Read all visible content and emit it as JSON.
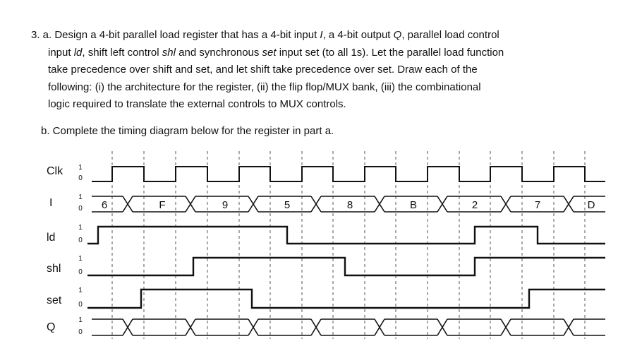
{
  "question": {
    "part_a_lines": [
      "3. a. Design a 4-bit parallel load register that has a 4-bit input I, a 4-bit output Q, parallel load control",
      "input ld, shift left control shl and synchronous set input set (to all 1s).  Let the parallel load function",
      "take precedence over shift and set, and let shift take precedence over set. Draw each of the",
      "following:  (i) the architecture for the register, (ii) the flip flop/MUX bank, (iii) the combinational",
      "logic required to translate the external controls to MUX controls."
    ],
    "part_b": "b. Complete the timing diagram below for the register in part a."
  },
  "timing": {
    "levels": {
      "high": "1",
      "low": "0"
    },
    "signals": [
      {
        "name": "Clk"
      },
      {
        "name": "I",
        "bus_values": [
          "6",
          "F",
          "9",
          "5",
          "8",
          "B",
          "2",
          "7",
          "D"
        ]
      },
      {
        "name": "ld",
        "levels": [
          1,
          1,
          1,
          0,
          0,
          0,
          1,
          0,
          0,
          0
        ]
      },
      {
        "name": "shl",
        "levels": [
          0,
          0,
          0,
          1,
          1,
          0,
          0,
          1,
          1,
          1
        ]
      },
      {
        "name": "set",
        "levels": [
          0,
          0,
          1,
          1,
          0,
          0,
          0,
          0,
          1,
          0
        ]
      },
      {
        "name": "Q"
      }
    ]
  }
}
